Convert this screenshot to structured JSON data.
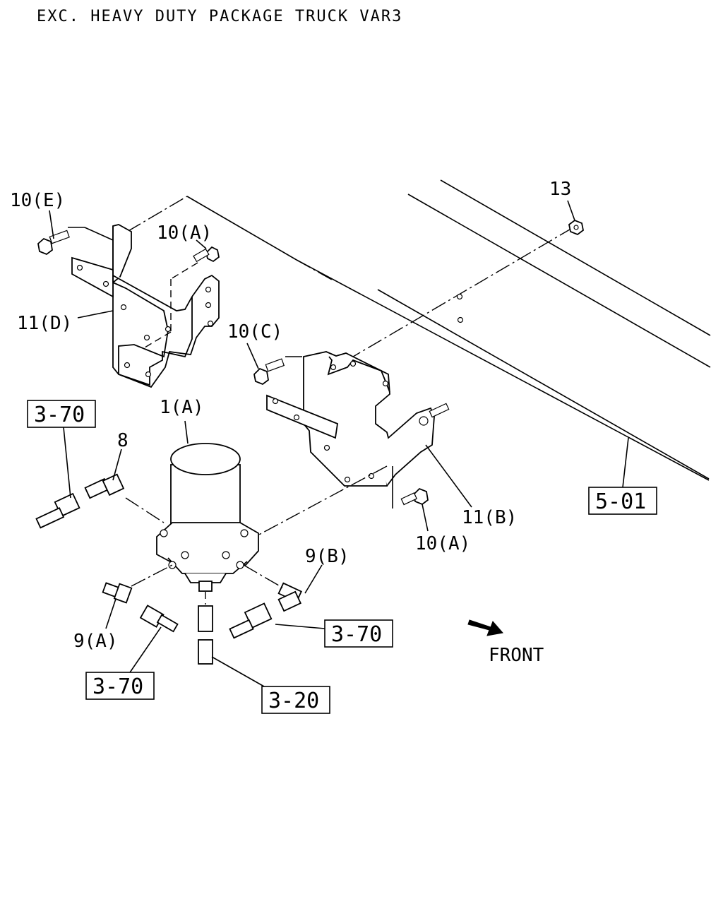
{
  "header": {
    "title": "EXC. HEAVY DUTY PACKAGE TRUCK VAR3"
  },
  "callouts": {
    "c_10e": "10(E)",
    "c_10a_top": "10(A)",
    "c_11d": "11(D)",
    "c_13": "13",
    "c_10c": "10(C)",
    "c_1a": "1(A)",
    "c_8": "8",
    "c_11b": "11(B)",
    "c_10a_bot": "10(A)",
    "c_9b": "9(B)",
    "c_9a": "9(A)",
    "front": "FRONT"
  },
  "references": {
    "r_370_left": "3-70",
    "r_501": "5-01",
    "r_370_right": "3-70",
    "r_370_bottom": "3-70",
    "r_320": "3-20"
  }
}
